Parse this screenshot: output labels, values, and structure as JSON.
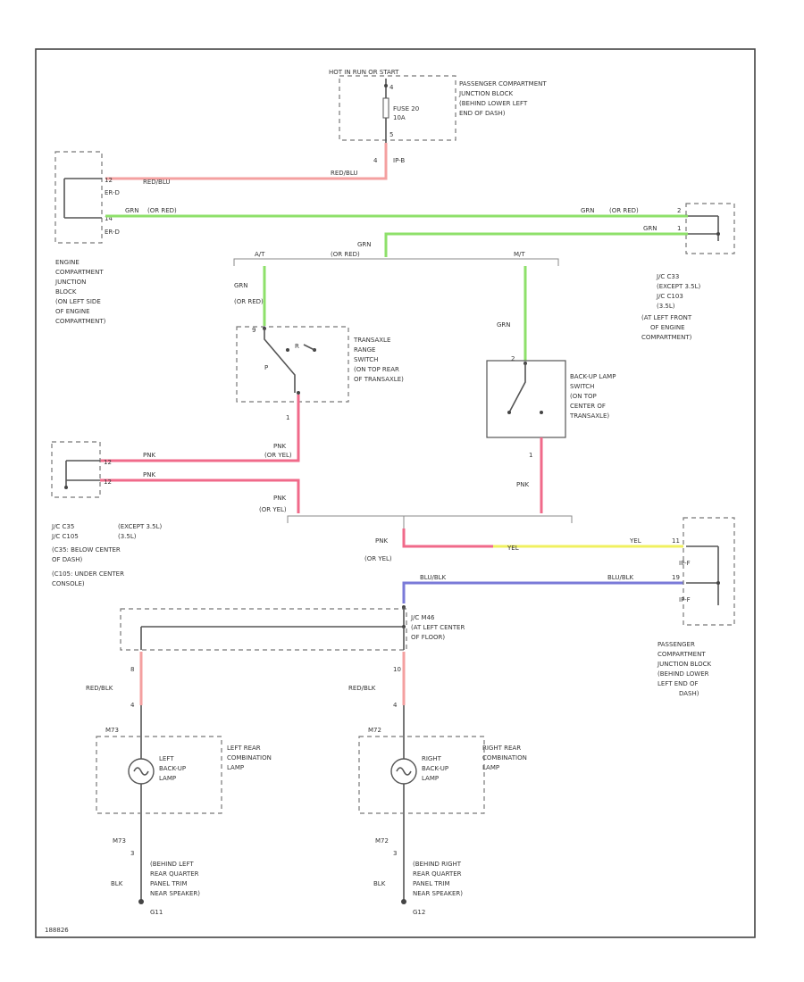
{
  "power": {
    "source": "HOT IN RUN OR START",
    "fuse": "FUSE 20",
    "fuse_amps": "10A",
    "junction_block": [
      "PASSENGER COMPARTMENT",
      "JUNCTION BLOCK",
      "(BEHIND LOWER LEFT",
      "END OF DASH)"
    ]
  },
  "wires": {
    "red_blu_1": "RED/BLU",
    "red_blu_2": "RED/BLU",
    "grn_or_red_1": "GRN",
    "grn_or_red_1b": "(OR RED)",
    "grn_or_red_2": "GRN",
    "grn_or_red_2b": "(OR RED)",
    "grn_top": "GRN",
    "grn_short": "GRN",
    "grn_vert_a": "GRN",
    "grn_vert_a2": "(OR RED)",
    "grn_vert_b": "GRN",
    "grn_or_red_bracket": "(OR RED)",
    "pnk_1": "PNK",
    "pnk_2": "PNK",
    "pnk_or_yel_1": "PNK",
    "pnk_or_yel_1b": "(OR YEL)",
    "pnk_or_yel_2": "PNK",
    "pnk_or_yel_2b": "(OR YEL)",
    "pnk_or_yel_3": "PNK",
    "pnk_or_yel_3b": "(OR YEL)",
    "pnk_vert": "PNK",
    "yel_1": "YEL",
    "yel_2": "YEL",
    "blu_blk_1": "BLU/BLK",
    "blu_blk_2": "BLU/BLK",
    "red_blk_left": "RED/BLK",
    "red_blk_right": "RED/BLK",
    "blk_left": "BLK",
    "blk_right": "BLK"
  },
  "pins": {
    "fuse_top": "4",
    "fuse_bottom": "5",
    "ip_b": "IP-B",
    "er_d1": "ER-D",
    "er_d2": "ER-D",
    "er_pin1": "12",
    "er_pin2": "14",
    "jc_pin1": "2",
    "jc_pin2": "1",
    "at_label": "A/T",
    "mt_label": "M/T",
    "trans_top": "9",
    "trans_bottom": "1",
    "trans_p": "P",
    "trans_r": "R",
    "backup_top": "2",
    "backup_bottom": "1",
    "jc2_pin1": "12",
    "jc2_pin2": "12",
    "ip_f1": "IP-F",
    "ip_f2": "IP-F",
    "ip_pin1": "11",
    "ip_pin2": "19",
    "jc3_pin1": "8",
    "jc3_pin2": "10",
    "lamp_left_top": "4",
    "lamp_right_top": "4",
    "lamp_left_bottom": "3",
    "lamp_right_bottom": "3",
    "node_left": "8",
    "node_right": "10"
  },
  "components": {
    "engine_jb": [
      "ENGINE",
      "COMPARTMENT",
      "JUNCTION",
      "BLOCK",
      "(ON LEFT SIDE",
      "OF ENGINE",
      "COMPARTMENT)"
    ],
    "jc_right": [
      "J/C C33",
      "(EXCEPT 3.5L)",
      "J/C C103",
      "(3.5L)",
      "(AT LEFT FRONT",
      "OF ENGINE",
      "COMPARTMENT)"
    ],
    "transaxle": [
      "TRANSAXLE",
      "RANGE",
      "SWITCH",
      "(ON TOP REAR",
      "OF TRANSAXLE)"
    ],
    "backup_switch": [
      "BACK-UP LAMP",
      "SWITCH",
      "(ON TOP",
      "CENTER OF",
      "TRANSAXLE)"
    ],
    "jc_left_a": "J/C C35",
    "jc_left_a_note": "(EXCEPT 3.5L)",
    "jc_left_b": "J/C C105",
    "jc_left_b_note": "(3.5L)",
    "jc_left_loc": [
      "(C35: BELOW CENTER",
      "OF DASH)",
      "(C105: UNDER CENTER",
      "CONSOLE)"
    ],
    "jc_m46": [
      "J/C M46",
      "(AT LEFT CENTER",
      "OF FLOOR)"
    ],
    "pass_jb": [
      "PASSENGER",
      "COMPARTMENT",
      "JUNCTION BLOCK",
      "(BEHIND LOWER",
      "LEFT END OF",
      "DASH)"
    ],
    "left_lamp_conn": "M73",
    "right_lamp_conn": "M72",
    "left_lamp": [
      "LEFT",
      "BACK-UP",
      "LAMP"
    ],
    "left_comb": [
      "LEFT REAR",
      "COMBINATION",
      "LAMP"
    ],
    "right_lamp": [
      "RIGHT",
      "BACK-UP",
      "LAMP"
    ],
    "right_comb": [
      "RIGHT REAR",
      "COMBINATION",
      "LAMP"
    ],
    "left_ground": [
      "(BEHIND LEFT",
      "REAR QUARTER",
      "PANEL TRIM",
      "NEAR SPEAKER)",
      "G11"
    ],
    "right_ground": [
      "(BEHIND RIGHT",
      "REAR QUARTER",
      "PANEL TRIM",
      "NEAR SPEAKER)",
      "G12"
    ],
    "figure_id": "188826"
  },
  "colors": {
    "red_wire": "#f4a0a0",
    "pink_wire": "#f06a8a",
    "green_wire": "#8ee06a",
    "yellow_wire": "#f0f060",
    "blue_wire": "#7a7ad8",
    "frame": "#444444"
  }
}
